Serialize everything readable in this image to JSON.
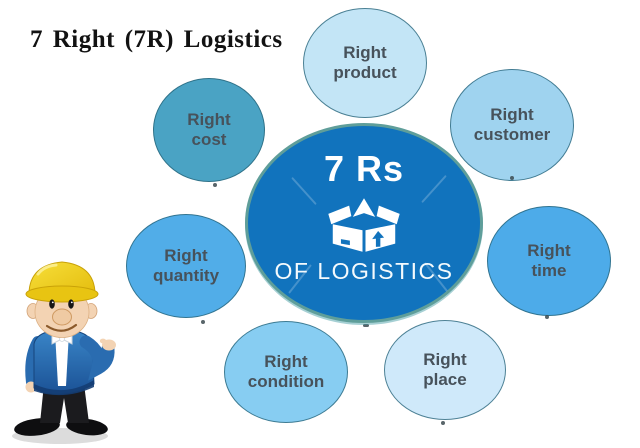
{
  "page_title": "7 Right (7R) Logistics",
  "center": {
    "heading": "7 Rs",
    "subheading": "OF LOGISTICS",
    "icon": "open-box-icon",
    "fill": "#1173bd",
    "border_color": "#5f9e9a",
    "text_color": "#ffffff"
  },
  "nodes": [
    {
      "label": "Right\nproduct",
      "fill": "#c3e5f6"
    },
    {
      "label": "Right\ncustomer",
      "fill": "#9fd3ef"
    },
    {
      "label": "Right\ntime",
      "fill": "#4dabe9"
    },
    {
      "label": "Right\nplace",
      "fill": "#cfe9fa"
    },
    {
      "label": "Right\ncondition",
      "fill": "#87cdf2"
    },
    {
      "label": "Right\nquantity",
      "fill": "#51ade8"
    },
    {
      "label": "Right\ncost",
      "fill": "#4aa3c4"
    }
  ],
  "node_text_color": "#47525b",
  "character": {
    "name": "construction-worker-mascot",
    "colors": {
      "hard_hat": "#f2cf1b",
      "skin": "#f3d3b3",
      "jacket": "#2a6cb0",
      "pants": "#1b1b1e",
      "shirt": "#ffffff"
    }
  }
}
